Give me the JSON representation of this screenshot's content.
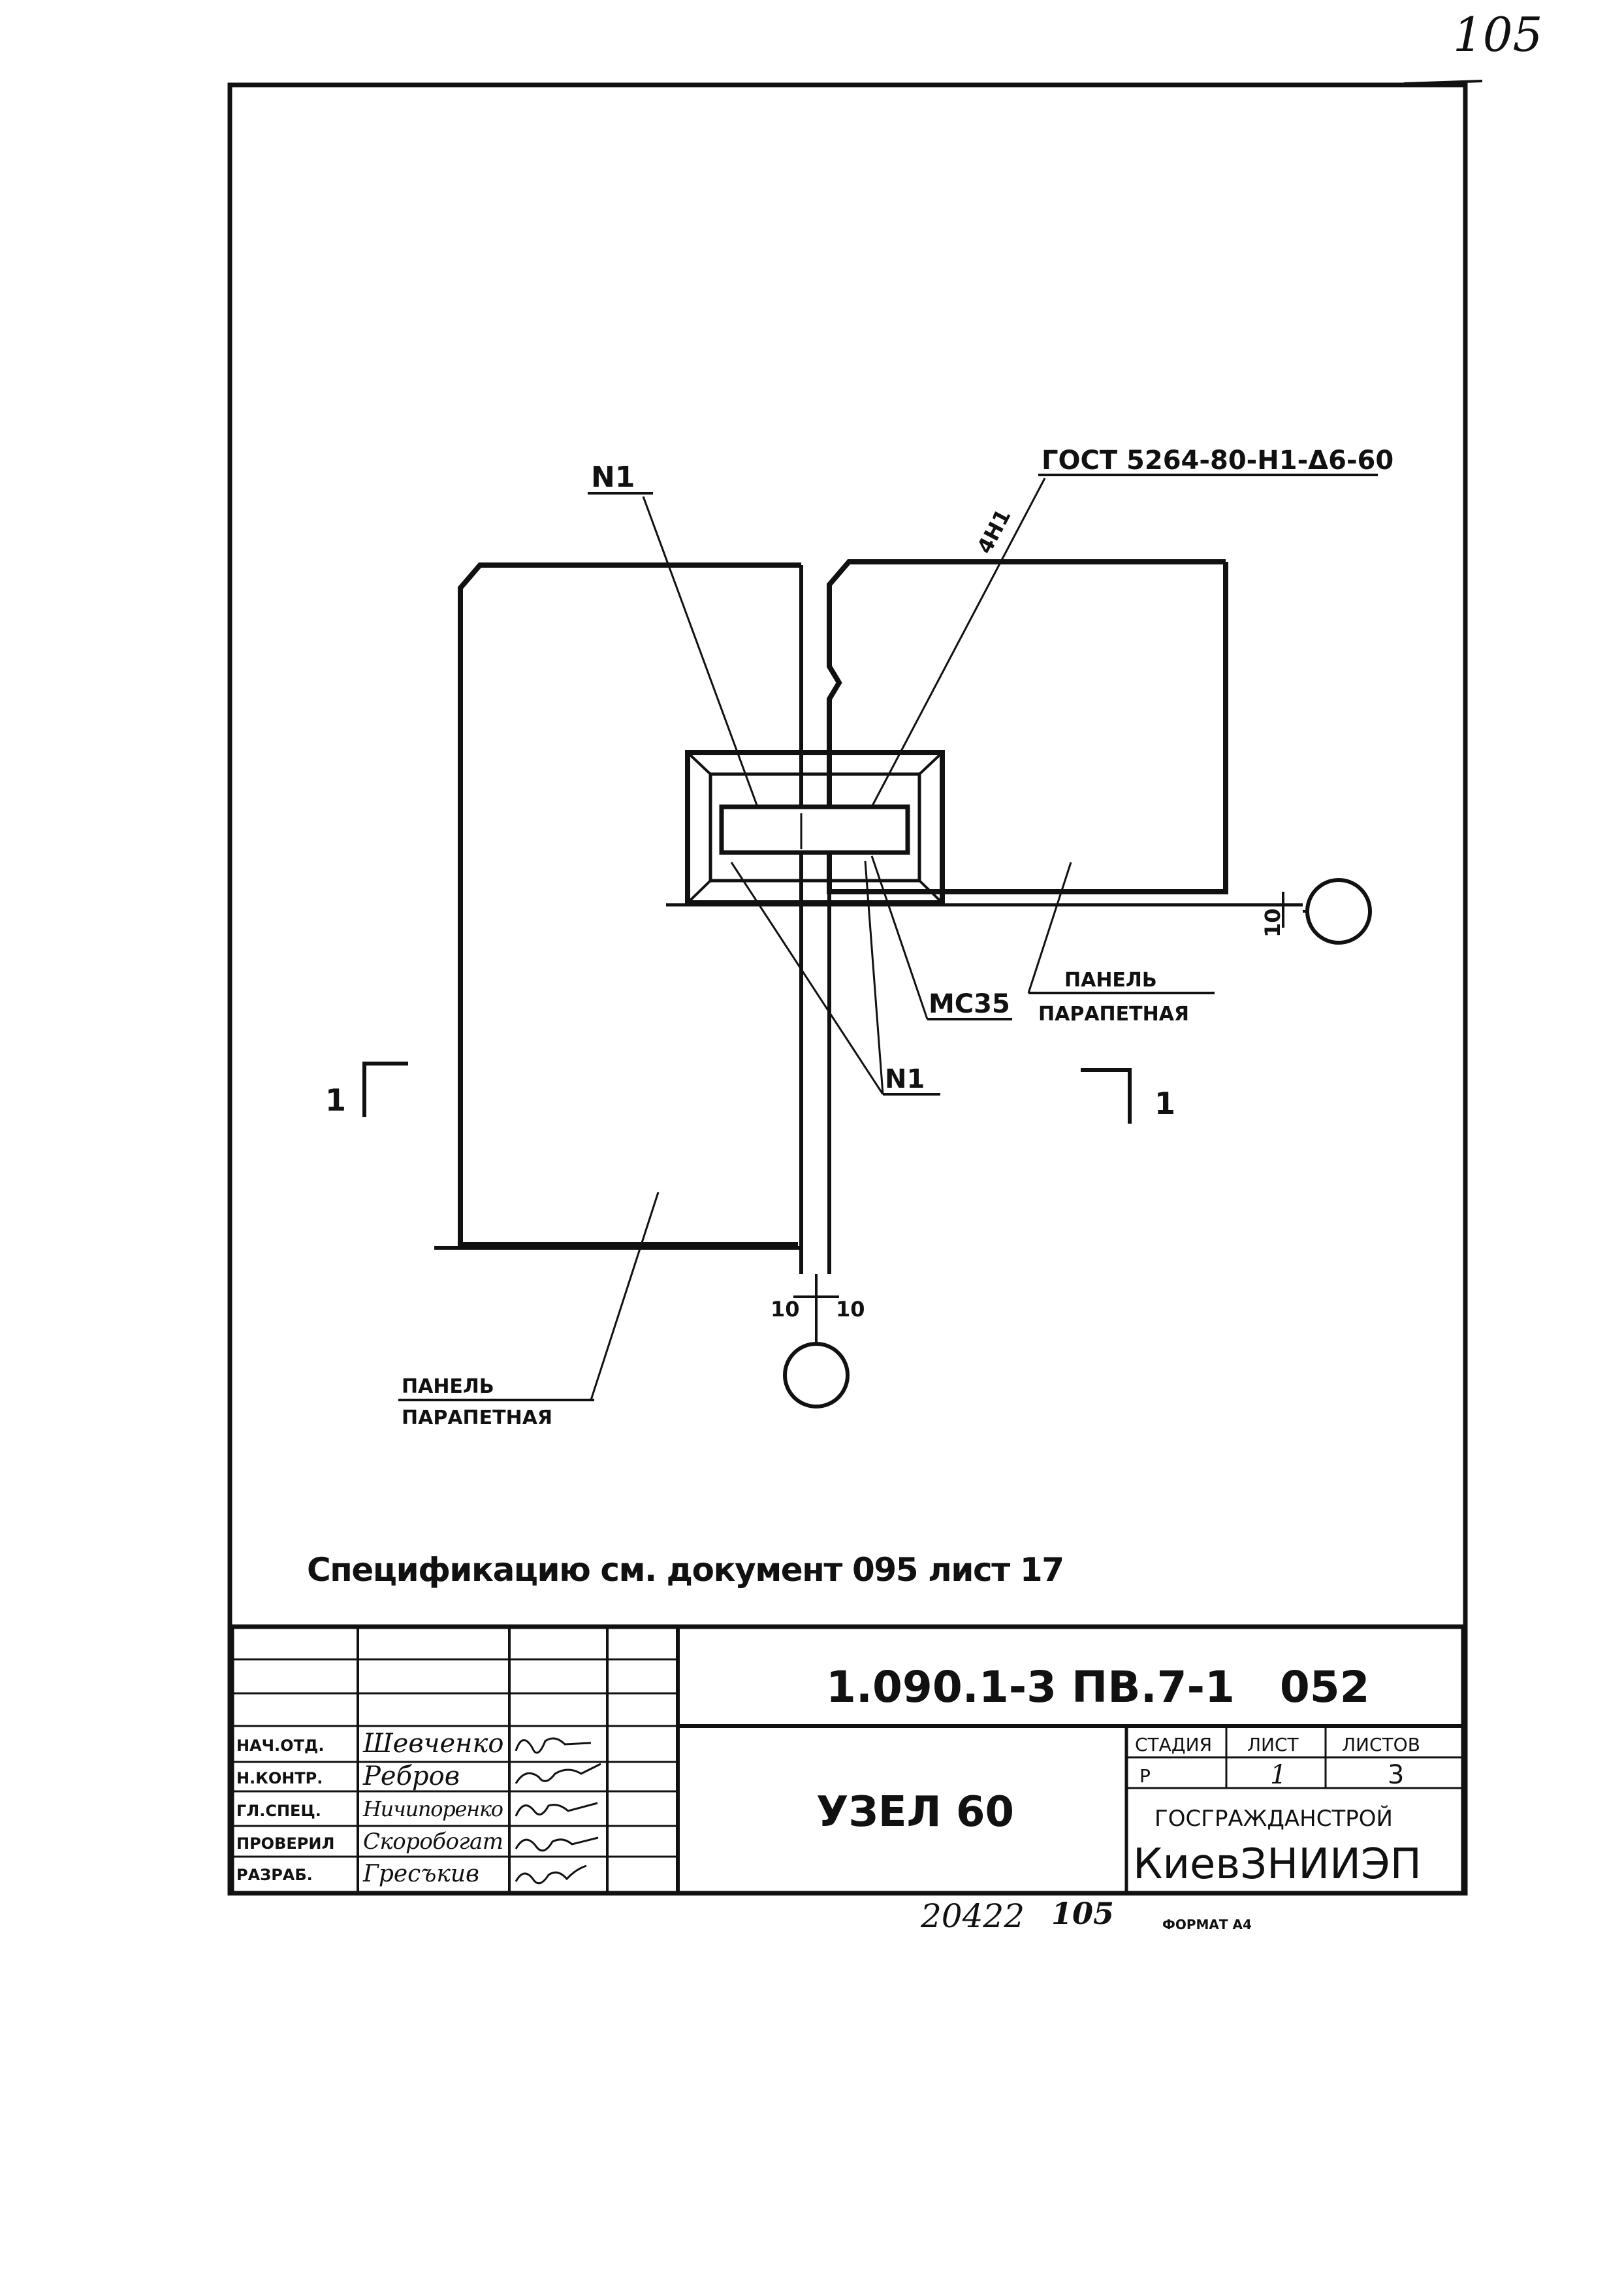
{
  "page_number": "105",
  "drawing": {
    "leader_top_left": "N1",
    "leader_top_right": "ГОСТ 5264-80-Н1-Δ6-60",
    "weld_symbol": "4Н1",
    "label_mc35": "МС35",
    "label_n1_bottom": "N1",
    "panel_right_line1": "ПАНЕЛЬ",
    "panel_right_line2": "ПАРАПЕТНАЯ",
    "panel_bottom_line1": "ПАНЕЛЬ",
    "panel_bottom_line2": "ПАРАПЕТНАЯ",
    "section_left": "1",
    "section_right": "1",
    "dim_right": "10",
    "dim_bottom_left": "10",
    "dim_bottom_right": "10"
  },
  "note": "Спецификацию см. документ 095 лист 17",
  "title_block": {
    "designation": "1.090.1-3 ПВ.7-1   052",
    "title": "УЗЕЛ 60",
    "roles": [
      "НАЧ.ОТД.",
      "Н.КОНТР.",
      "ГЛ.СПЕЦ.",
      "ПРОВЕРИЛ",
      "РАЗРАБ."
    ],
    "names": [
      "Шевченко",
      "Ребров",
      "Ничипоренко",
      "Скоробогат",
      "Гресъкив"
    ],
    "stage_header": "СТАДИЯ",
    "sheet_header": "ЛИСТ",
    "sheets_header": "ЛИСТОВ",
    "stage_value": "Р",
    "sheet_value": "1",
    "sheets_value": "3",
    "org_line1": "ГОСГРАЖДАНСТРОЙ",
    "org_line2": "КиевЗНИИЭП"
  },
  "footer": {
    "inventory": "20422",
    "page": "105",
    "format": "ФОРМАТ А4"
  }
}
